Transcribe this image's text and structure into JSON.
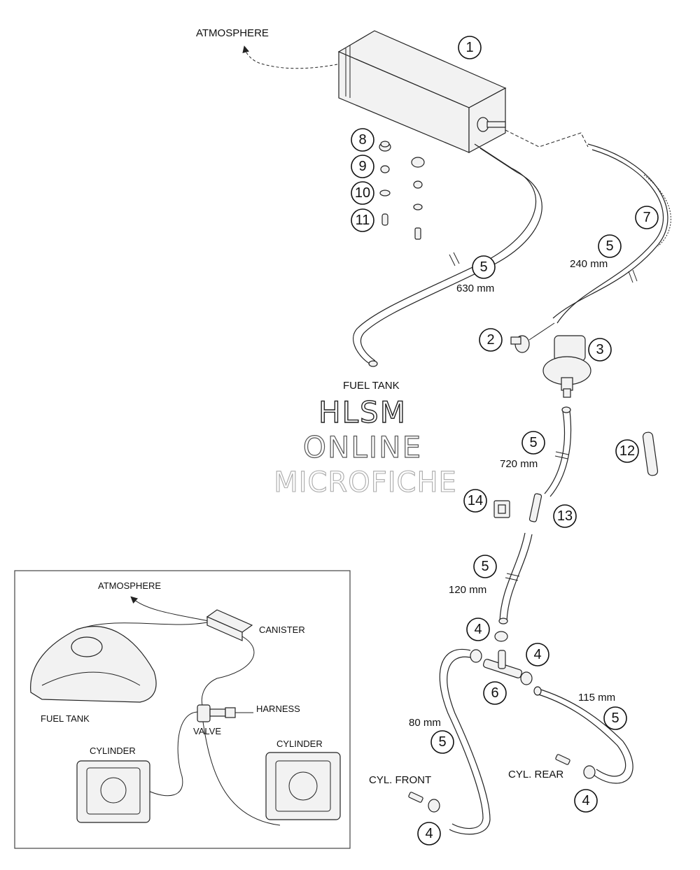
{
  "labels": {
    "atmosphere": "ATMOSPHERE",
    "fuel_tank": "FUEL TANK",
    "cyl_front": "CYL. FRONT",
    "cyl_rear": "CYL. REAR",
    "len_630": "630 mm",
    "len_240": "240 mm",
    "len_720": "720 mm",
    "len_120": "120 mm",
    "len_80": "80 mm",
    "len_115": "115 mm"
  },
  "callouts": {
    "c1": "1",
    "c2": "2",
    "c3": "3",
    "c4": "4",
    "c5": "5",
    "c6": "6",
    "c7": "7",
    "c8": "8",
    "c9": "9",
    "c10": "10",
    "c11": "11",
    "c12": "12",
    "c13": "13",
    "c14": "14"
  },
  "inset": {
    "atmosphere": "ATMOSPHERE",
    "canister": "CANISTER",
    "harness": "HARNESS",
    "valve": "VALVE",
    "fuel_tank": "FUEL TANK",
    "cylinder_left": "CYLINDER",
    "cylinder_right": "CYLINDER"
  },
  "watermark": {
    "line1": "HLSM",
    "line2": "ONLINE",
    "line3": "MICROFICHE"
  }
}
